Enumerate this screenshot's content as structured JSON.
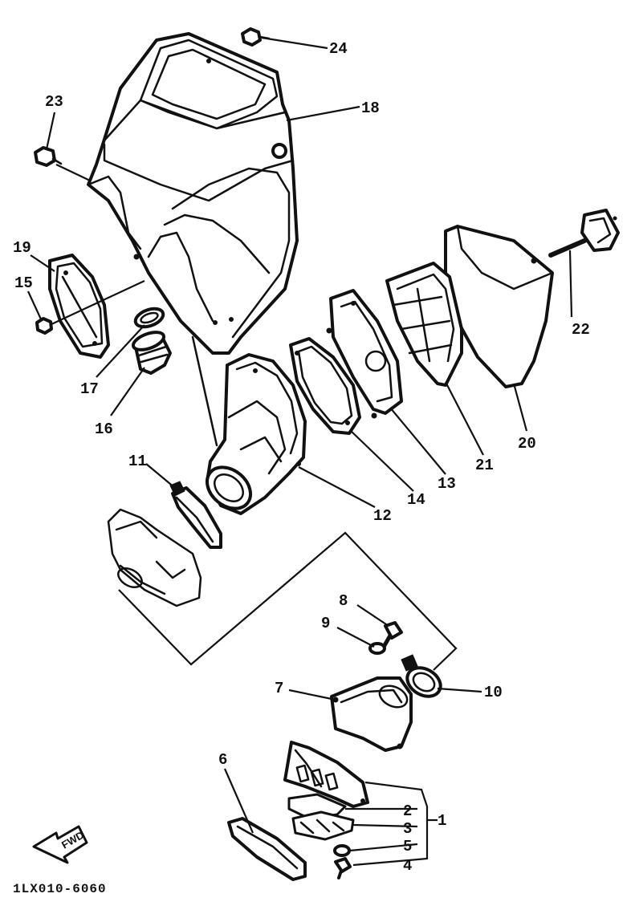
{
  "diagram_code": "1LX010-6060",
  "fwd_label": "FWD",
  "callouts": {
    "c1": "1",
    "c2": "2",
    "c3": "3",
    "c4": "4",
    "c5": "5",
    "c6": "6",
    "c7": "7",
    "c8": "8",
    "c9": "9",
    "c10": "10",
    "c11": "11",
    "c12": "12",
    "c13": "13",
    "c14": "14",
    "c15": "15",
    "c16": "16",
    "c17": "17",
    "c18": "18",
    "c19": "19",
    "c20": "20",
    "c21": "21",
    "c22": "22",
    "c23": "23",
    "c24": "24"
  }
}
